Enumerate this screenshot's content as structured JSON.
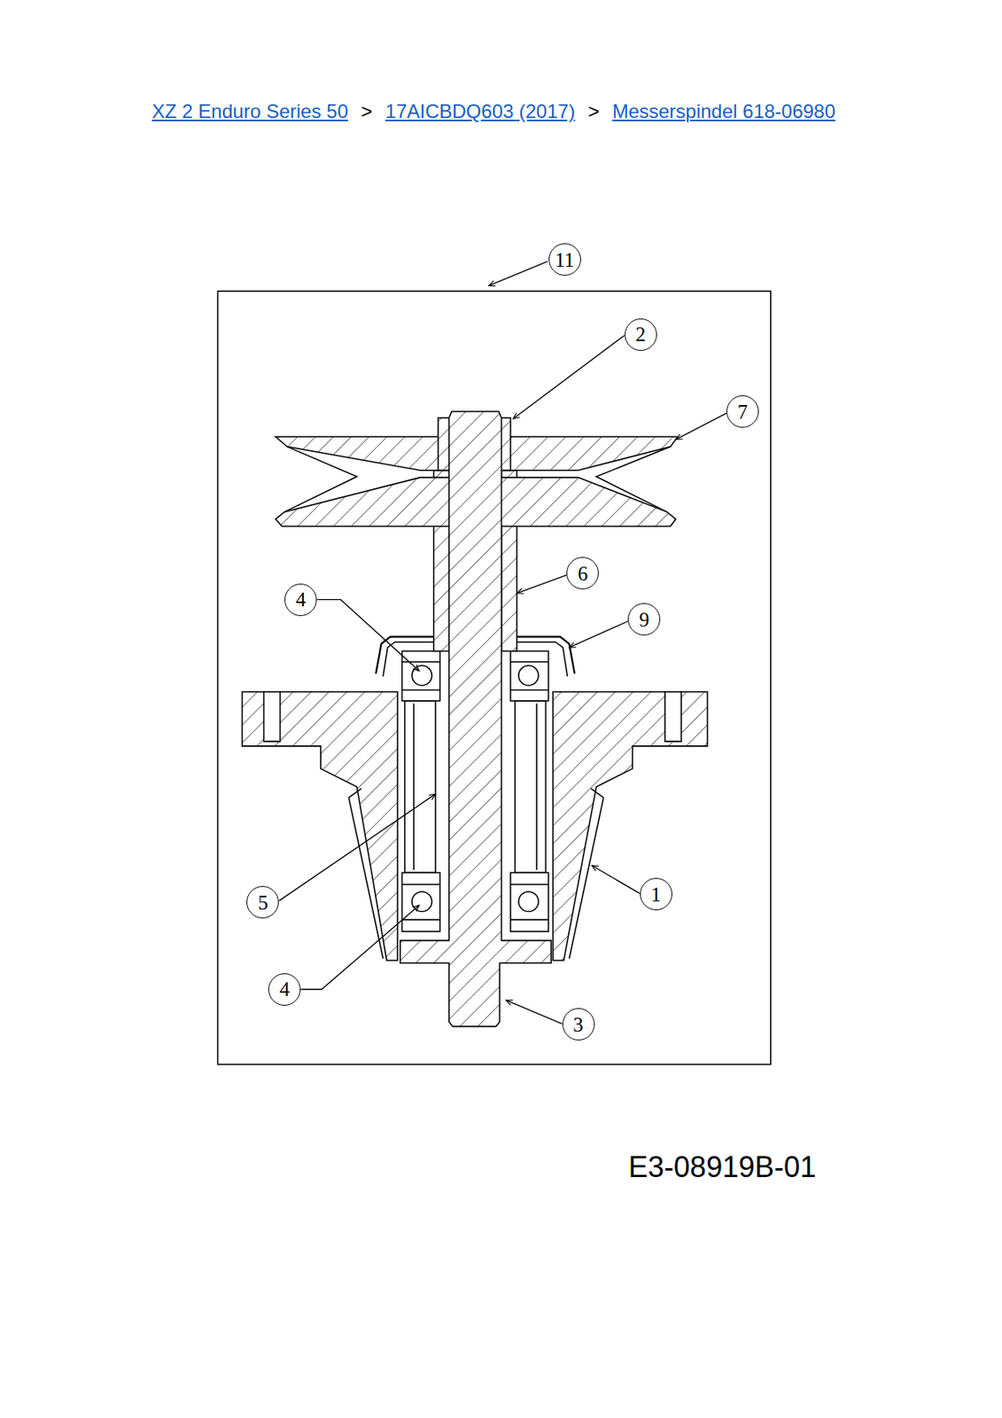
{
  "diagram": {
    "labels": [
      "XZ 2 Enduro Series 50",
      ">",
      "17AICBDQ603 (2017)",
      ">",
      "Messerspindel 618-06980",
      "11",
      "2",
      "7",
      "6",
      "4",
      "9",
      "5",
      "1",
      "4",
      "3",
      "E3-08919B-01"
    ]
  }
}
